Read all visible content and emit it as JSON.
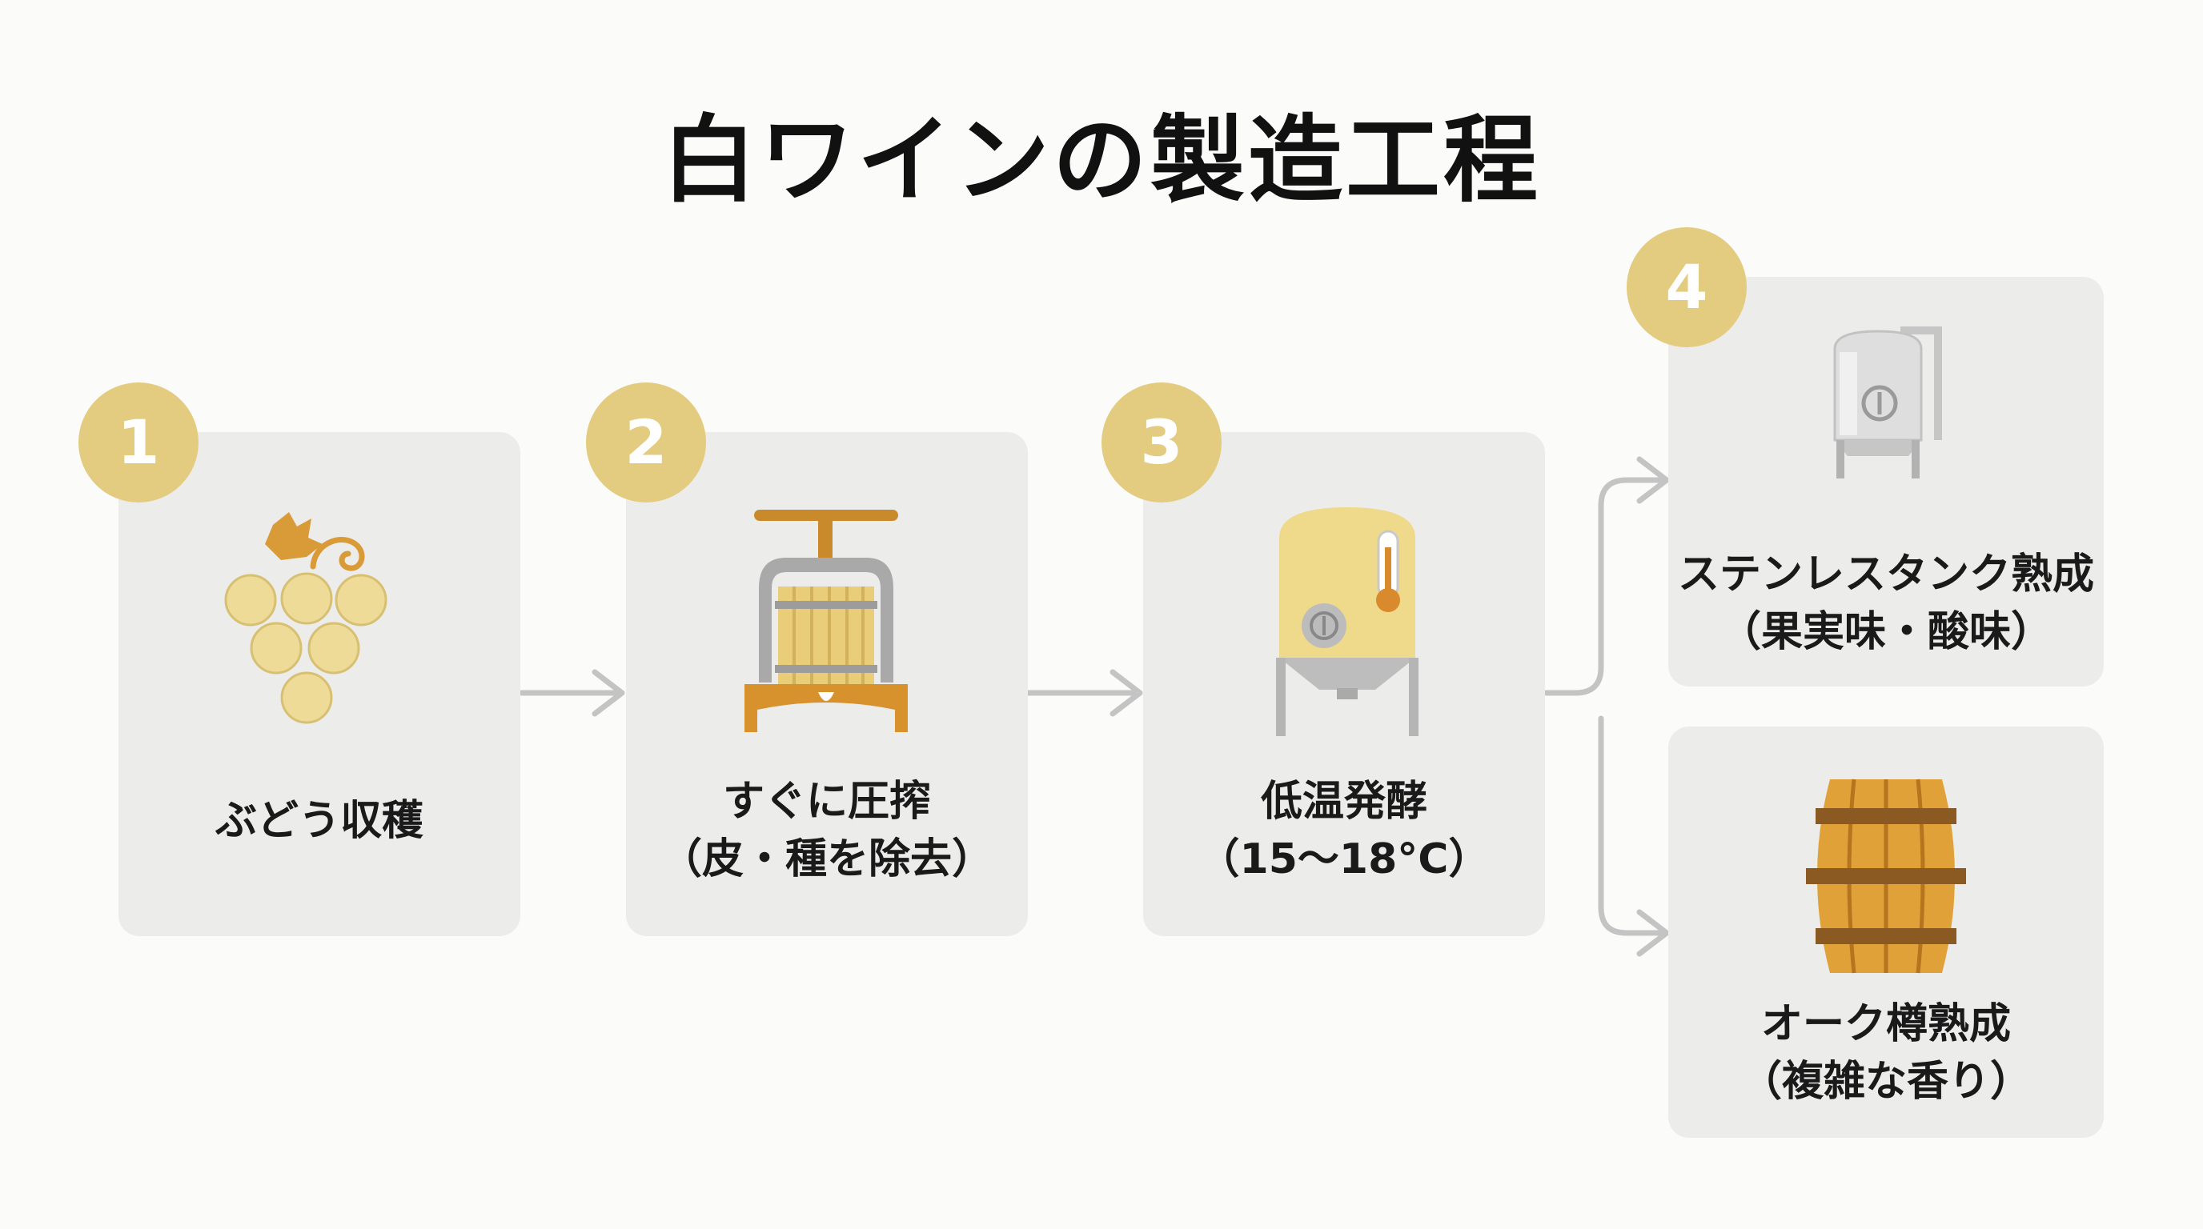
{
  "title": "白ワインの製造工程",
  "steps": [
    {
      "number": "1",
      "label_line1": "ぶどう収穫",
      "icon": "grapes-icon"
    },
    {
      "number": "2",
      "label_line1": "すぐに圧搾",
      "label_line2": "（皮・種を除去）",
      "icon": "wine-press-icon"
    },
    {
      "number": "3",
      "label_line1": "低温発酵",
      "label_line2": "（15〜18°C）",
      "icon": "fermentation-tank-icon"
    },
    {
      "number": "4",
      "icon": "stainless-tank-icon"
    }
  ],
  "aging": [
    {
      "label_line1": "ステンレスタンク熟成",
      "label_line2": "（果実味・酸味）",
      "icon": "stainless-tank-icon"
    },
    {
      "label_line1": "オーク樽熟成",
      "label_line2": "（複雑な香り）",
      "icon": "oak-barrel-icon"
    }
  ],
  "colors": {
    "badge": "#e3cb7f",
    "card": "#ececea",
    "arrow": "#c4c4c4",
    "gold": "#e5c96f",
    "grape": "#eedb98",
    "wood": "#c98a2c"
  }
}
